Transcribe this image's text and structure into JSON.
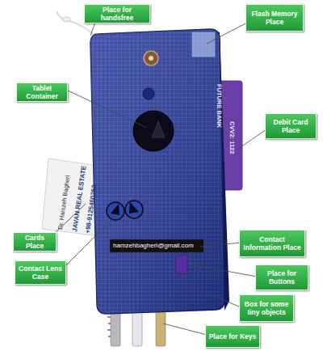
{
  "diagram": {
    "nodes": [
      {
        "text": [
          "Place for handsfree"
        ]
      },
      {
        "text": [
          "Flash Memory Place"
        ]
      },
      {
        "text": [
          "Tablet Container"
        ]
      },
      {
        "text": [
          "Debit Card Place"
        ]
      },
      {
        "text": [
          "Cards Place"
        ]
      },
      {
        "text": [
          "Contact Information Place"
        ]
      },
      {
        "text": [
          "Contact Lens Case"
        ]
      },
      {
        "text": [
          "Place for Buttons"
        ]
      },
      {
        "text": [
          "Box for some tiny objects"
        ]
      },
      {
        "text": [
          "Place for Keys"
        ]
      }
    ],
    "labels": [
      "Dr. Hamzeh Bagheri",
      "JAVAN REAL ESTATE",
      "+98-9125460253",
      "FUTURE BANK",
      "CVV2: 1122",
      "hamzehbagheri@gmail.com"
    ]
  }
}
